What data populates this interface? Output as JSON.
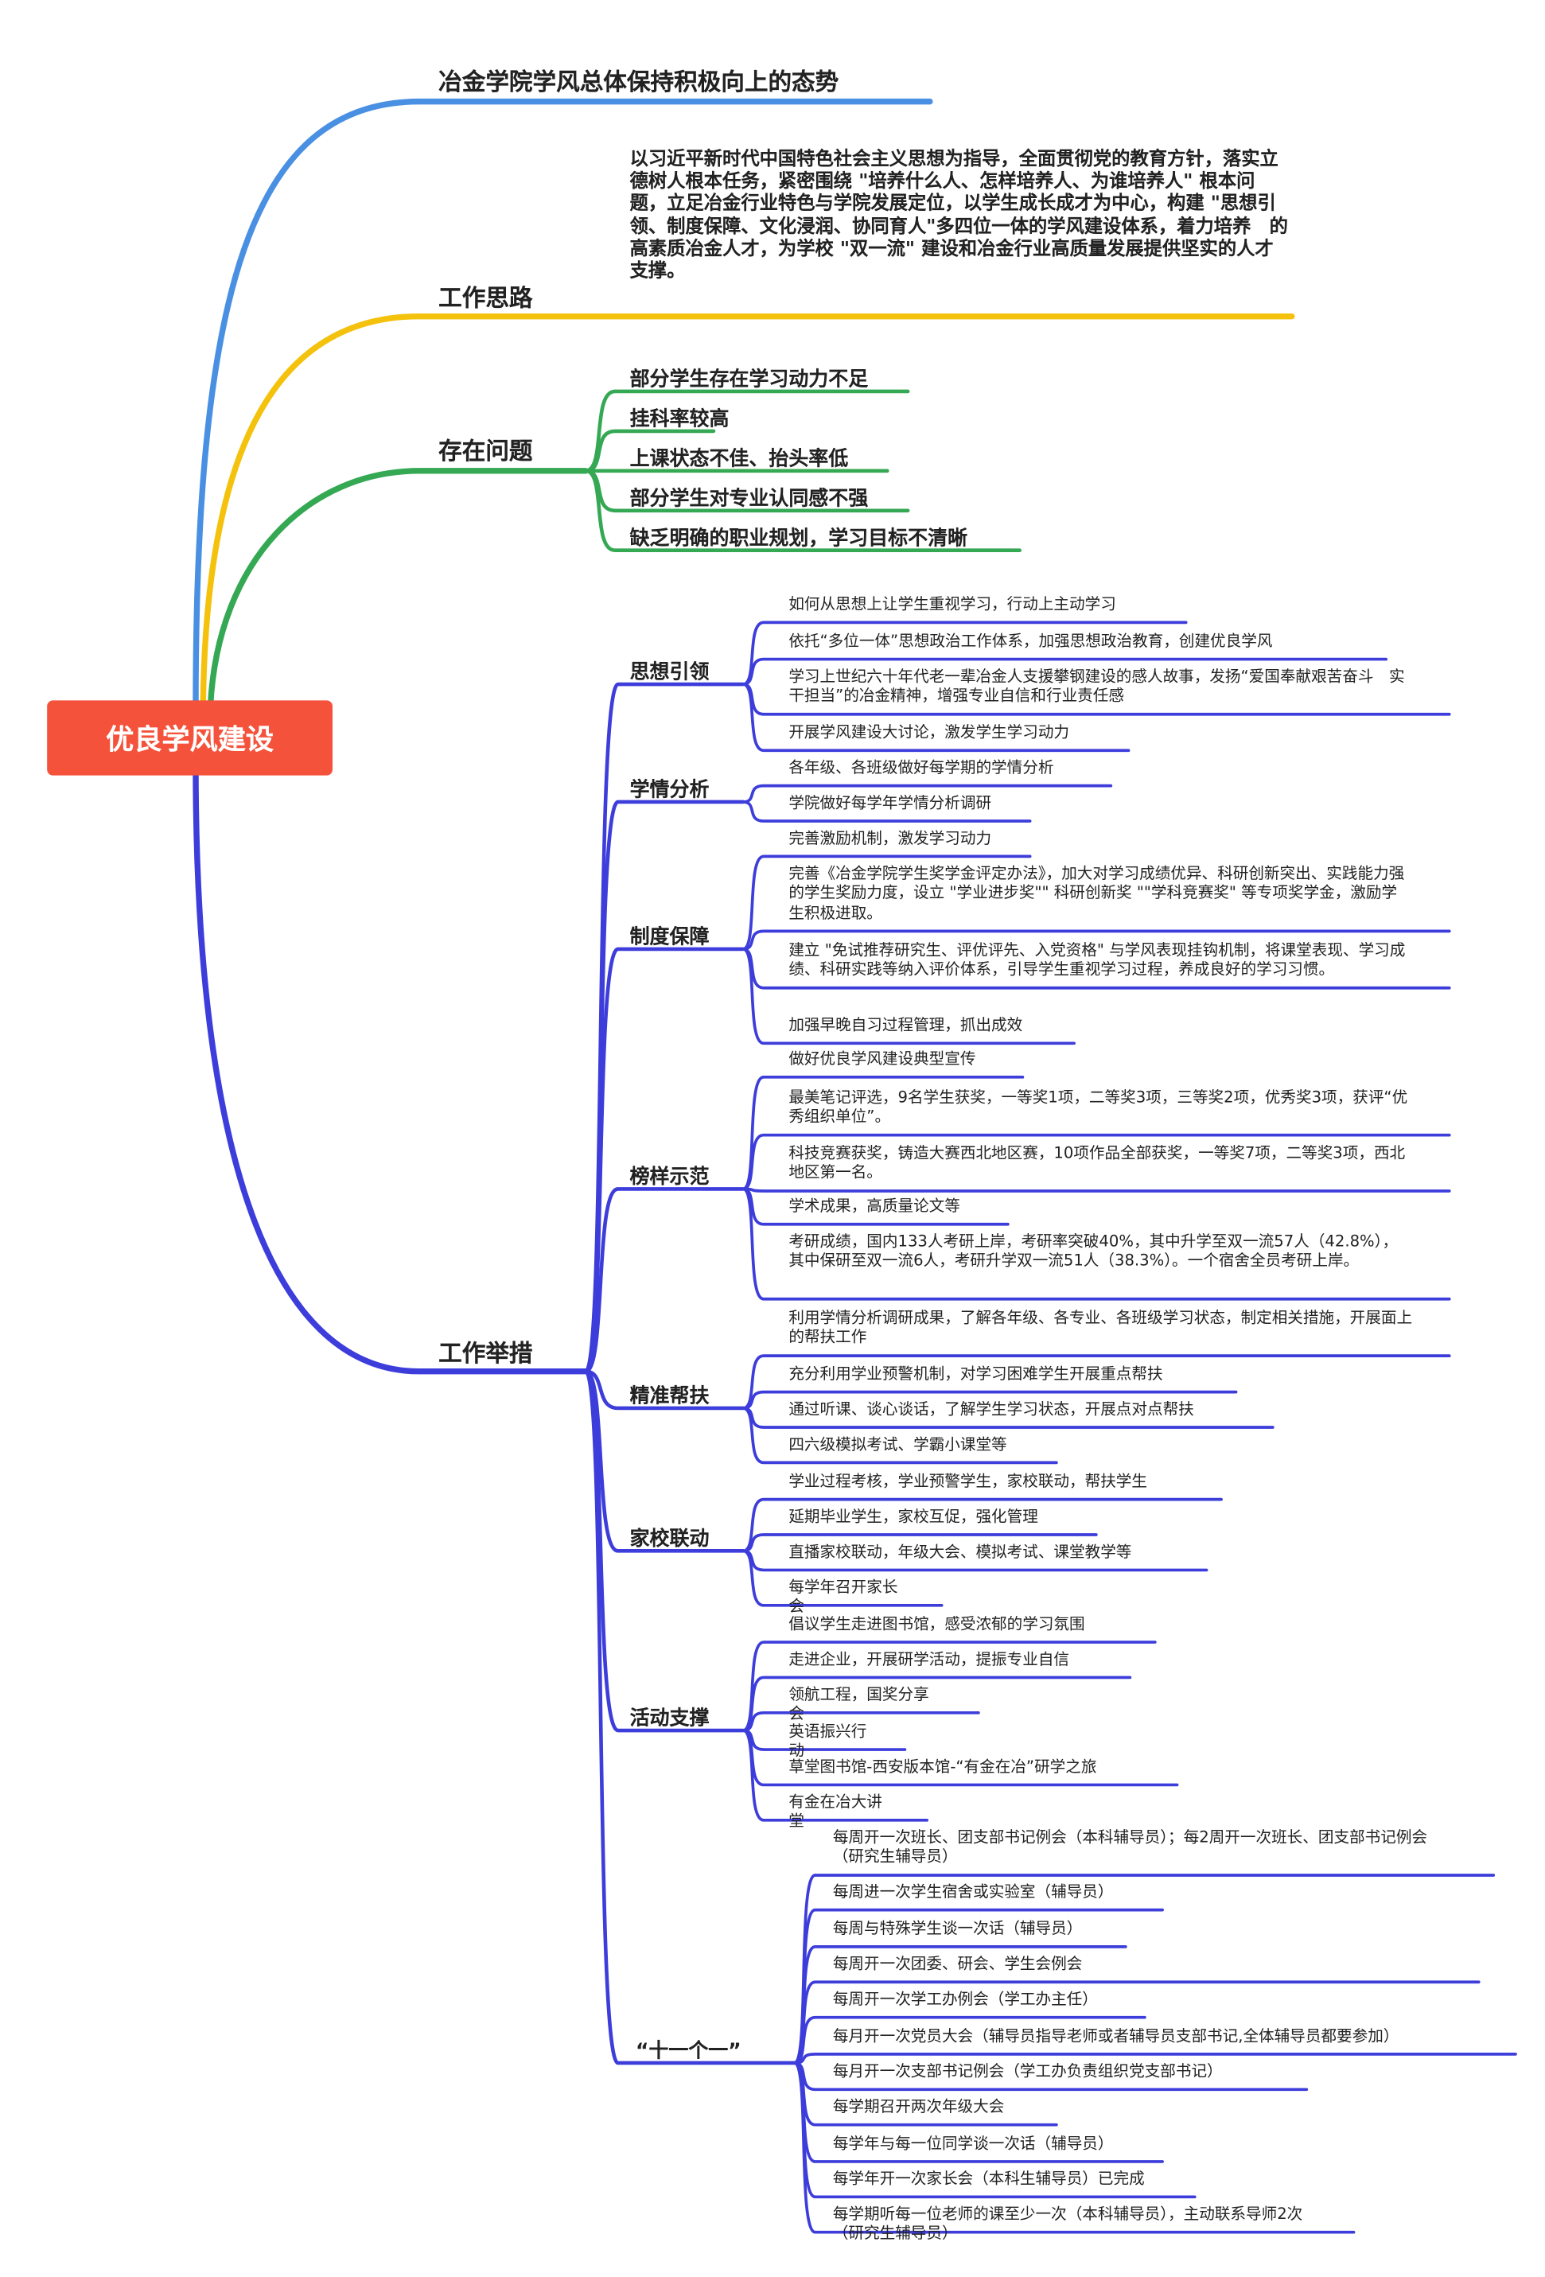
{
  "colors": {
    "root": "#f4523b",
    "blue": "#4a90e2",
    "yellow": "#f4c20d",
    "green": "#34a853",
    "purple": "#3d3ddb"
  },
  "root": {
    "label": "优良学风建设"
  },
  "overall": {
    "label": "冶金学院学风总体保持积极向上的态势"
  },
  "thinking": {
    "label": "工作思路",
    "text": "以习近平新时代中国特色社会主义思想为指导，全面贯彻党的教育方针，落实立德树人根本任务，紧密围绕 \"培养什么人、怎样培养人、为谁培养人\" 根本问题，立足冶金行业特色与学院发展定位，以学生成长成才为中心，构建 \"思想引领、制度保障、文化浸润、协同育人\"多四位一体的学风建设体系，着力培养　的高素质冶金人才，为学校 \"双一流\" 建设和冶金行业高质量发展提供坚实的人才支撑。"
  },
  "problems": {
    "label": "存在问题",
    "items": [
      "部分学生存在学习动力不足",
      "挂科率较高",
      "上课状态不佳、抬头率低",
      "部分学生对专业认同感不强",
      "缺乏明确的职业规划，学习目标不清晰"
    ]
  },
  "measures": {
    "label": "工作举措",
    "groups": [
      {
        "label": "思想引领",
        "items": [
          "如何从思想上让学生重视学习，行动上主动学习",
          "依托“多位一体”思想政治工作体系，加强思想政治教育，创建优良学风",
          "学习上世纪六十年代老一辈冶金人支援攀钢建设的感人故事，发扬“爱国奉献艰苦奋斗　实干担当”的冶金精神，增强专业自信和行业责任感",
          "开展学风建设大讨论，激发学生学习动力"
        ]
      },
      {
        "label": "学情分析",
        "items": [
          "各年级、各班级做好每学期的学情分析",
          "学院做好每学年学情分析调研"
        ]
      },
      {
        "label": "制度保障",
        "items": [
          "完善激励机制，激发学习动力",
          "完善《冶金学院学生奖学金评定办法》，加大对学习成绩优异、科研创新突出、实践能力强的学生奖励力度，设立 \"学业进步奖\"\" 科研创新奖 \"\"学科竞赛奖\" 等专项奖学金，激励学生积极进取。",
          "建立 \"免试推荐研究生、评优评先、入党资格\" 与学风表现挂钩机制，将课堂表现、学习成绩、科研实践等纳入评价体系，引导学生重视学习过程，养成良好的学习习惯。",
          "加强早晚自习过程管理，抓出成效"
        ]
      },
      {
        "label": "榜样示范",
        "items": [
          "做好优良学风建设典型宣传",
          "最美笔记评选，9名学生获奖，一等奖1项，二等奖3项，三等奖2项，优秀奖3项，获评“优秀组织单位”。",
          "科技竞赛获奖，铸造大赛西北地区赛，10项作品全部获奖，一等奖7项，二等奖3项，西北地区第一名。",
          "学术成果，高质量论文等",
          "考研成绩，国内133人考研上岸，考研率突破40%，其中升学至双一流57人（42.8%），其中保研至双一流6人，考研升学双一流51人（38.3%）。一个宿舍全员考研上岸。"
        ]
      },
      {
        "label": "精准帮扶",
        "items": [
          "利用学情分析调研成果，了解各年级、各专业、各班级学习状态，制定相关措施，开展面上的帮扶工作",
          "充分利用学业预警机制，对学习困难学生开展重点帮扶",
          "通过听课、谈心谈话，了解学生学习状态，开展点对点帮扶",
          "四六级模拟考试、学霸小课堂等"
        ]
      },
      {
        "label": "家校联动",
        "items": [
          "学业过程考核，学业预警学生，家校联动，帮扶学生",
          "延期毕业学生，家校互促，强化管理",
          "直播家校联动，年级大会、模拟考试、课堂教学等",
          "每学年召开家长会"
        ]
      },
      {
        "label": "活动支撑",
        "items": [
          "倡议学生走进图书馆，感受浓郁的学习氛围",
          "走进企业，开展研学活动，提振专业自信",
          "领航工程，国奖分享会",
          "英语振兴行动",
          "草堂图书馆-西安版本馆-“有金在冶”研学之旅",
          "有金在冶大讲堂"
        ]
      },
      {
        "label": "“十一个一”",
        "items": [
          "每周开一次班长、团支部书记例会（本科辅导员）；每2周开一次班长、团支部书记例会（研究生辅导员）",
          "每周进一次学生宿舍或实验室（辅导员）",
          "每周与特殊学生谈一次话（辅导员）",
          "每周开一次团委、研会、学生会例会",
          "每周开一次学工办例会（学工办主任）",
          "每月开一次党员大会（辅导员指导老师或者辅导员支部书记,全体辅导员都要参加）",
          "每月开一次支部书记例会（学工办负责组织党支部书记）",
          "每学期召开两次年级大会",
          "每学年与每一位同学谈一次话（辅导员）",
          "每学年开一次家长会（本科生辅导员）已完成",
          "每学期听每一位老师的课至少一次（本科辅导员），主动联系导师2次（研究生辅导员）"
        ]
      }
    ]
  }
}
